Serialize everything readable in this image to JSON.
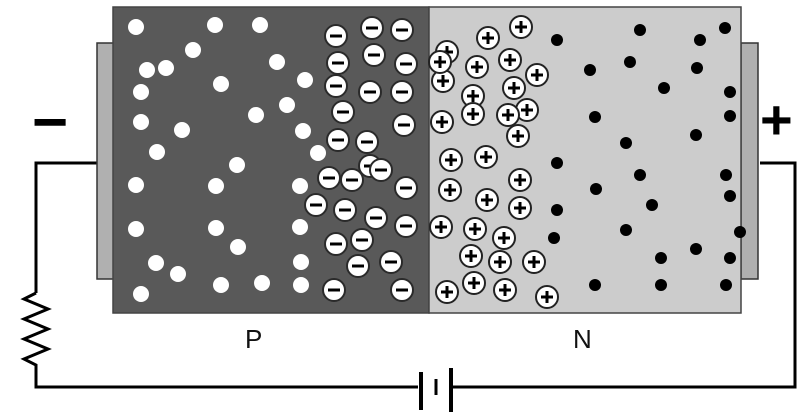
{
  "diagram": {
    "p_region": {
      "label": "P",
      "fill": "#595959"
    },
    "n_region": {
      "label": "N",
      "fill": "#cccccc"
    },
    "contact_fill": "#b0b0b0",
    "left_terminal": {
      "sign": "−",
      "polarity": "negative"
    },
    "right_terminal": {
      "sign": "+",
      "polarity": "positive"
    },
    "carriers": {
      "holes": {
        "count": 32,
        "color": "#ffffff",
        "icon": "white-dot-icon"
      },
      "negative_ions": {
        "count": 28,
        "icon": "minus-circle-icon"
      },
      "positive_ions": {
        "count": 31,
        "icon": "plus-circle-icon"
      },
      "electrons": {
        "count": 29,
        "color": "#000000",
        "icon": "black-dot-icon"
      }
    },
    "components": [
      "resistor-icon",
      "battery-icon"
    ]
  }
}
